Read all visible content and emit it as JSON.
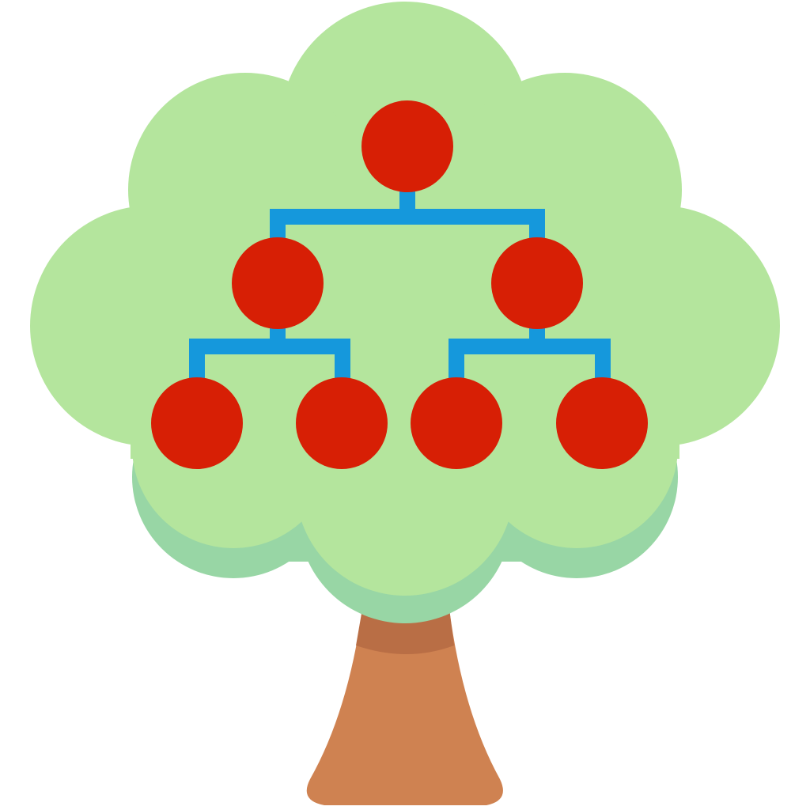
{
  "illustration": {
    "subject": "family-tree-icon",
    "colors": {
      "background": "#ffffff",
      "canopy": "#b4e59d",
      "canopy_shadow": "#98d6a5",
      "trunk": "#cf8251",
      "trunk_shadow": "#b96e45",
      "node": "#d71f05",
      "connector": "#1598dc"
    },
    "hierarchy": {
      "levels": 3,
      "nodes_per_level": [
        1,
        2,
        4
      ]
    }
  }
}
